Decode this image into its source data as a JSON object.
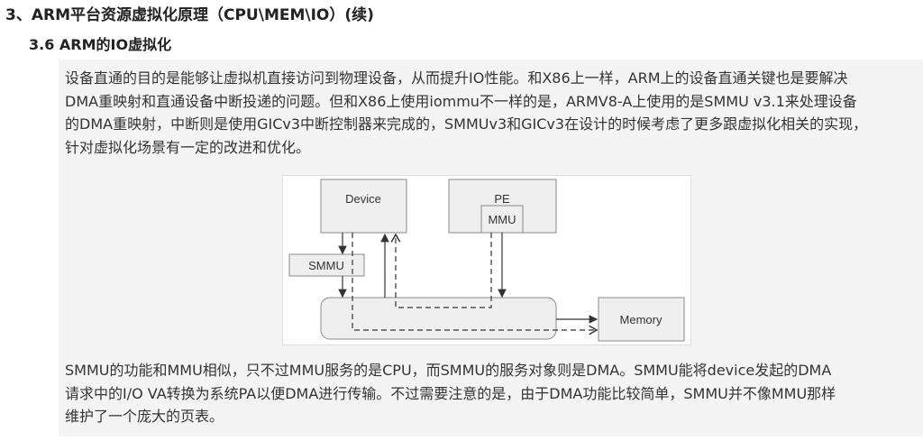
{
  "heading": "3、ARM平台资源虚拟化原理（CPU\\MEM\\IO）(续)",
  "subheading": "3.6 ARM的IO虚拟化",
  "paragraph1": [
    "设备直通的目的是能够让虚拟机直接访问到物理设备，从而提升IO性能。和X86上一样，ARM上的设备直通关键也是要解决",
    "DMA重映射和直通设备中断投递的问题。但和X86上使用iommu不一样的是，ARMV8-A上使用的是SMMU v3.1来处理设备",
    "的DMA重映射，中断则是使用GICv3中断控制器来完成的，SMMUv3和GICv3在设计的时候考虑了更多跟虚拟化相关的实现，",
    "针对虚拟化场景有一定的改进和优化。"
  ],
  "diagram": {
    "device": "Device",
    "pe": "PE",
    "mmu": "MMU",
    "smmu": "SMMU",
    "memory": "Memory"
  },
  "paragraph2": [
    "SMMU的功能和MMU相似，只不过MMU服务的是CPU，而SMMU的服务对象则是DMA。SMMU能将device发起的DMA",
    "请求中的I/O VA转换为系统PA以便DMA进行传输。不过需要注意的是，由于DMA功能比较简单，SMMU并不像MMU那样",
    "维护了一个庞大的页表。"
  ]
}
